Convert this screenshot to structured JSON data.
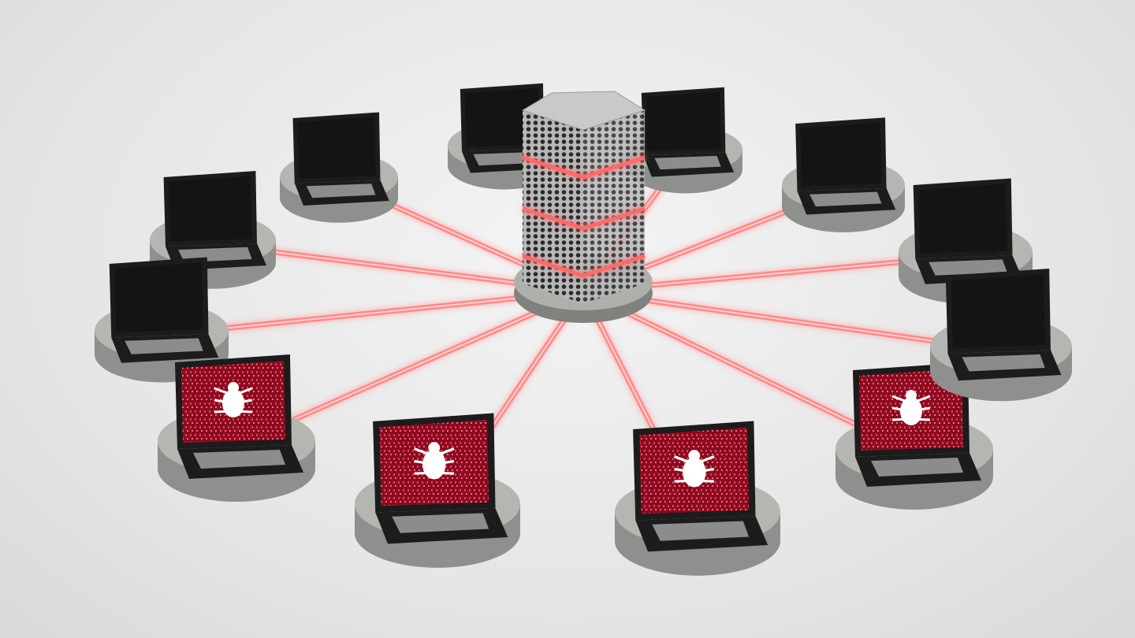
{
  "scene": {
    "subject": "server-network",
    "colors": {
      "background": "#e8e8e8",
      "platform": "#8d908c",
      "platform_top": "#b4b6b2",
      "beam": "#ff7a7a",
      "beam_core": "#ffd0d0",
      "infected_screen": "#b0102a",
      "clean_screen": "#141414",
      "laptop_body": "#1c1c1c",
      "server_metal": "#a9a9a9"
    },
    "laptops": [
      {
        "status": "clean"
      },
      {
        "status": "clean"
      },
      {
        "status": "clean"
      },
      {
        "status": "infected"
      },
      {
        "status": "infected"
      },
      {
        "status": "infected"
      },
      {
        "status": "infected"
      },
      {
        "status": "clean"
      },
      {
        "status": "clean"
      },
      {
        "status": "clean"
      },
      {
        "status": "clean"
      },
      {
        "status": "clean"
      }
    ],
    "infected_icon": "bug-icon"
  }
}
